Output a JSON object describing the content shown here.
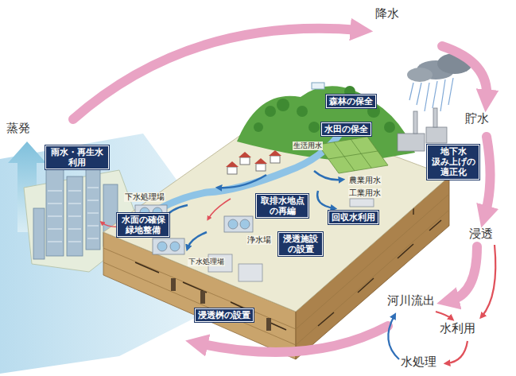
{
  "diagram": {
    "nodes": [
      {
        "text": [
          "森林の保全"
        ]
      },
      {
        "text": [
          "水田の保全"
        ]
      },
      {
        "text": [
          "地下水 汲み上げの 適正化"
        ]
      },
      {
        "text": [
          "雨水・再生水 利用"
        ]
      },
      {
        "text": [
          "取排水地点 の再編"
        ]
      },
      {
        "text": [
          "回収水利用"
        ]
      },
      {
        "text": [
          "水面の確保 緑地整備"
        ]
      },
      {
        "text": [
          "浸透施設 の設置"
        ]
      },
      {
        "text": [
          "浸透桝の設置"
        ]
      }
    ],
    "labels": [
      "降水",
      "蒸発",
      "貯水",
      "浸透",
      "河川流出",
      "水利用",
      "水処理",
      "生活用水",
      "農業用水",
      "工業用水",
      "下水処理場",
      "浄水場",
      "下水処理場"
    ]
  }
}
